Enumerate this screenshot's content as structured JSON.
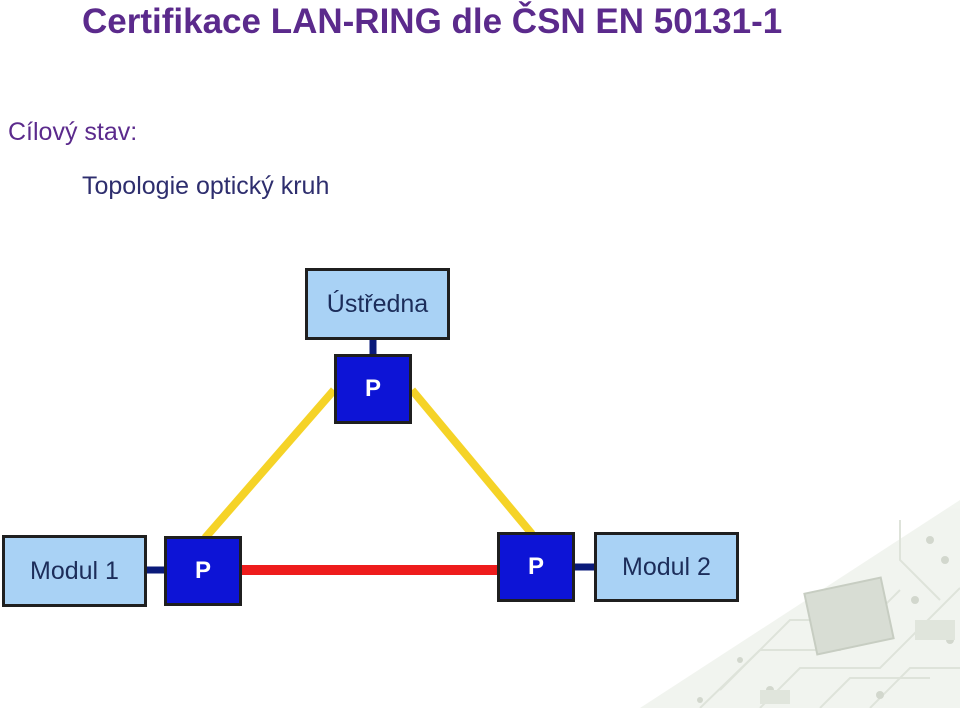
{
  "title": "Certifikace LAN-RING dle ČSN EN 50131-1",
  "subtitle": "Cílový stav:",
  "topology_label": "Topologie optický kruh",
  "nodes": {
    "central": "Ústředna",
    "port_top": "P",
    "module1": "Modul 1",
    "port_left": "P",
    "port_right": "P",
    "module2": "Modul 2"
  },
  "colors": {
    "title": "#5b2a8c",
    "box_light": "#a9d2f5",
    "port": "#0d14d6",
    "link_optical": "#f5d327",
    "link_red": "#ee1c1c",
    "connector": "#0a1a7a"
  }
}
